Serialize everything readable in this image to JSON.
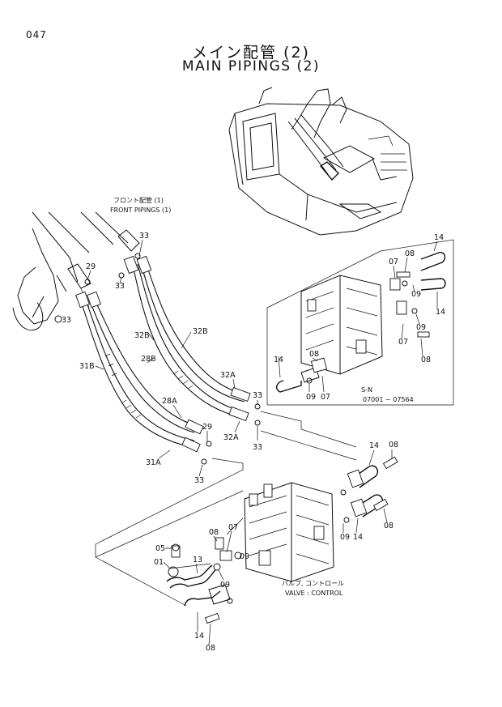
{
  "page_number": "047",
  "title": {
    "japanese": "メイン配管 (2)",
    "english": "MAIN PIPINGS (2)"
  },
  "callouts": {
    "front_piping_jp": "フロント配管 (1)",
    "front_piping_en": "FRONT PIPINGS (1)",
    "valve_jp": "バルブ, コントロール",
    "valve_en": "VALVE : CONTROL",
    "serial_label": "S-N",
    "serial_range": "07001 ~ 07564"
  },
  "part_labels": {
    "p33a": "33",
    "p33b": "33",
    "p29a": "29",
    "p33c": "33",
    "p32b_l": "32B",
    "p32b_r": "32B",
    "p28b": "28B",
    "p31b": "31B",
    "p32a_t": "32A",
    "p32a_b": "32A",
    "p28a": "28A",
    "p31a": "31A",
    "p33d": "33",
    "p33e": "33",
    "p29b": "29",
    "p33f": "33",
    "inset_14a": "14",
    "inset_08a": "08",
    "inset_07a": "07",
    "inset_09a": "09",
    "inset_14b": "14",
    "inset_09b": "09",
    "inset_07b": "07",
    "inset_08b": "08",
    "inset_14c": "14",
    "inset_08c": "08",
    "inset_09c": "09",
    "inset_07c": "07",
    "cv_14a": "14",
    "cv_08a": "08",
    "cv_09a": "09",
    "cv_14b": "14",
    "cv_08b": "08",
    "lo_08": "08",
    "lo_07": "07",
    "lo_05": "05",
    "lo_01": "01",
    "lo_13": "13",
    "lo_09a": "09",
    "lo_09b": "09",
    "lo_14": "14",
    "lo_08b": "08"
  }
}
